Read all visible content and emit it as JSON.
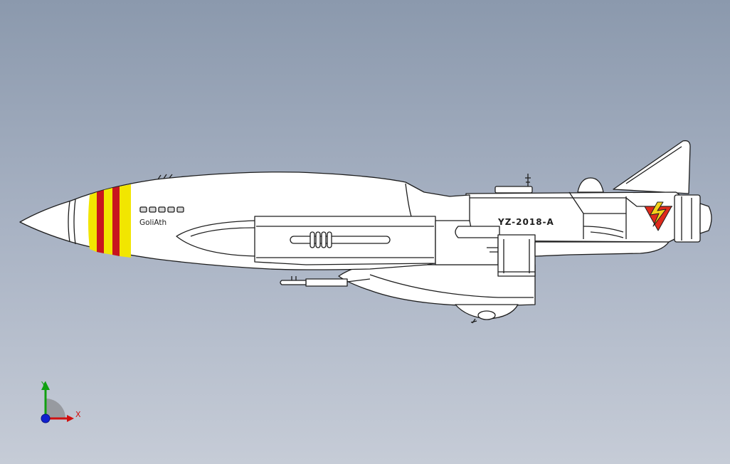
{
  "viewport": {
    "background_top": "#8b99ad",
    "background_bottom": "#c6ccd7"
  },
  "model": {
    "name_label": "GoliAth",
    "serial_label": "YZ-2018-A",
    "colors": {
      "hull": "#ffffff",
      "outline": "#1e1e1e",
      "stripe_yellow": "#f2e600",
      "stripe_red": "#c8141e",
      "emblem_red": "#e02a1c",
      "emblem_yellow": "#f4d21c"
    },
    "icons": [
      "lightning-emblem-icon"
    ]
  },
  "triad": {
    "x_label": "X",
    "y_label": "Y",
    "x_color": "#d01010",
    "y_color": "#10a010",
    "z_color": "#1020d0",
    "icons": [
      "axis-triad-icon"
    ]
  }
}
